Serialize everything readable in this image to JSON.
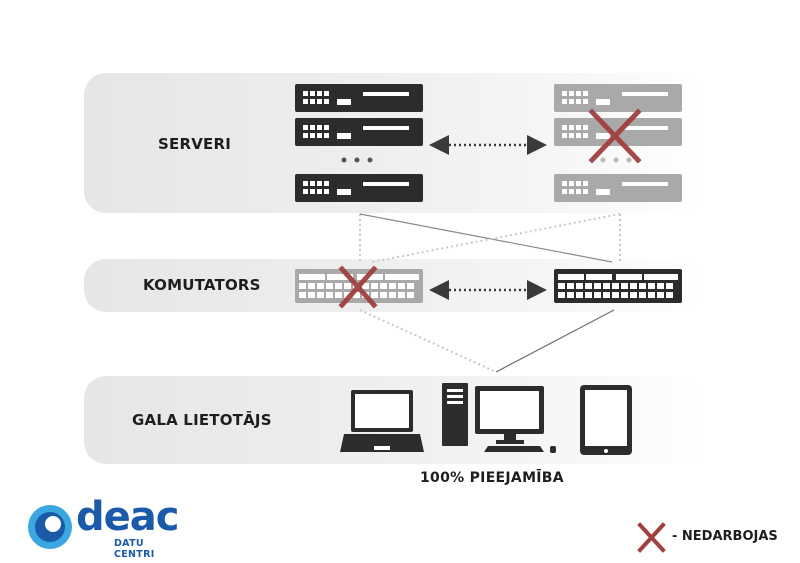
{
  "layers": {
    "servers": {
      "label": "SERVERI"
    },
    "switches": {
      "label": "KOMUTATORS"
    },
    "end_users": {
      "label": "GALA LIETOTĀJS"
    }
  },
  "availability_caption": "100% PIEEJAMĪBA",
  "legend": {
    "failed_label": "- NEDARBOJAS",
    "failed_color": "#a0403f"
  },
  "logo": {
    "word": "deac",
    "subtitle": "DATU CENTRI",
    "color": "#1a5aa8"
  },
  "colors": {
    "active": "#2c2c2c",
    "inactive": "#a9a9a9",
    "band": "#ececec"
  }
}
